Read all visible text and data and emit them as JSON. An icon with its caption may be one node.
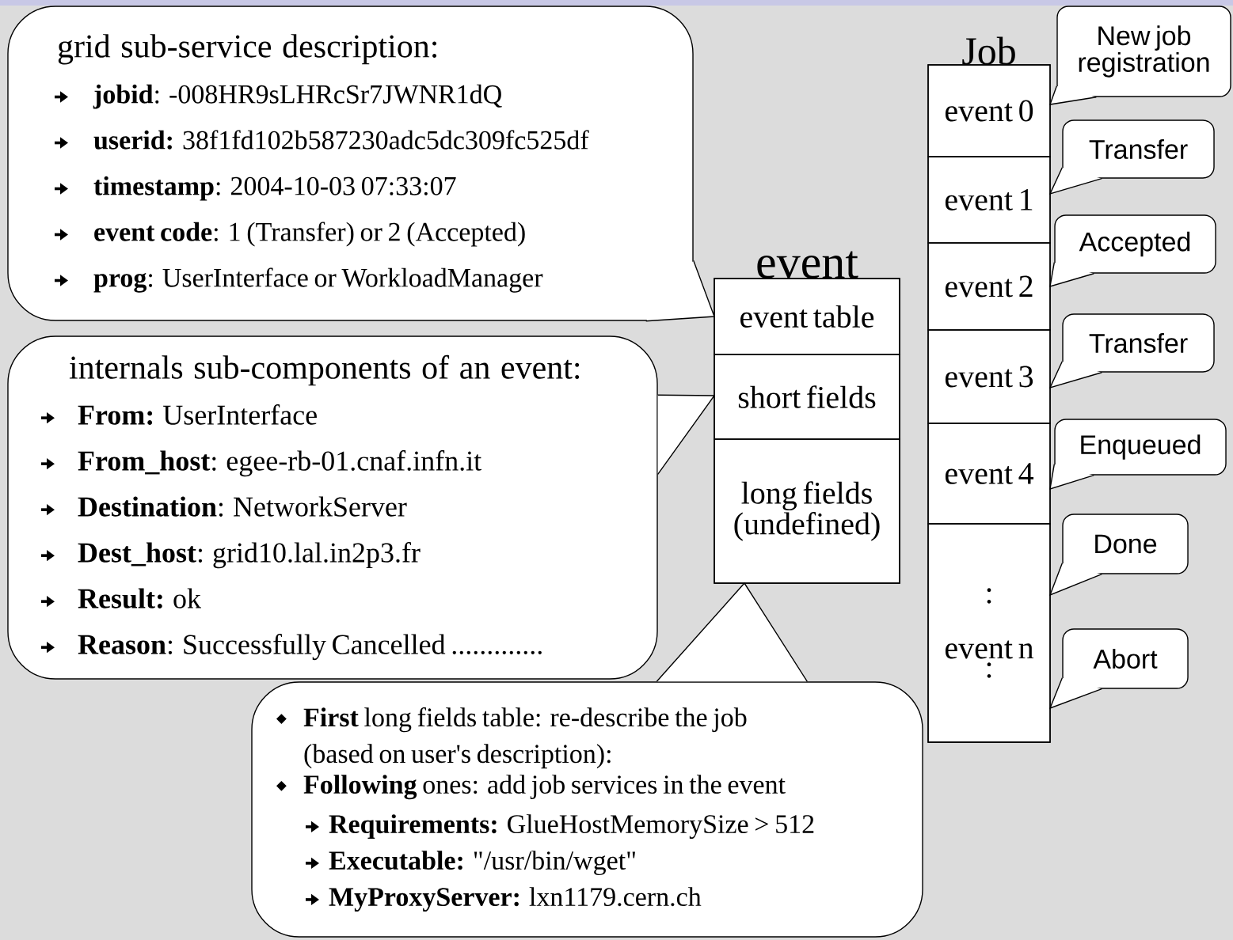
{
  "diagram": {
    "nodes": [
      {
        "text": [
          "grid sub-service description:",
          "**jobid**: -008HR9sLHRcSr7JWNR1dQ",
          "**userid:** 38f1fd102b587230adc5dc309fc525df",
          "**timestamp**: 2004-10-03 07:33:07",
          "**event code**: 1 (Transfer) or 2 (Accepted)",
          "**prog**: UserInterface or WorkloadManager"
        ]
      },
      {
        "text": [
          "internals sub-components of an event:",
          "**From:** UserInterface",
          "**From_host**: egee-rb-01.cnaf.infn.it",
          "**Destination**: NetworkServer",
          "**Dest_host**: grid10.lal.in2p3.fr",
          "**Result:** ok",
          "**Reason**: Successfully Cancelled ............."
        ]
      },
      {
        "text": [
          "event"
        ]
      },
      {
        "text": [
          "event table"
        ],
        "in": 2
      },
      {
        "text": [
          "short fields"
        ],
        "in": 2
      },
      {
        "text": [
          "long fields (undefined)"
        ],
        "in": 2
      },
      {
        "text": [
          "Job"
        ]
      },
      {
        "text": [
          "event 0"
        ],
        "in": 6
      },
      {
        "text": [
          "event 1"
        ],
        "in": 6
      },
      {
        "text": [
          "event 2"
        ],
        "in": 6
      },
      {
        "text": [
          "event 3"
        ],
        "in": 6
      },
      {
        "text": [
          "event 4"
        ],
        "in": 6
      },
      {
        "text": [
          ":",
          "event n",
          ":"
        ],
        "in": 6
      },
      {
        "text": [
          "**First** long fields table: re-describe the job (based on user's description):",
          "**Following** ones: add job services in the event",
          "**Requirements:** GlueHostMemorySize > 512",
          "**Executable:** \"/usr/bin/wget\"",
          "**MyProxyServer:** lxn1179.cern.ch"
        ]
      },
      {
        "text": [
          "New job registration"
        ]
      },
      {
        "text": [
          "Transfer"
        ]
      },
      {
        "text": [
          "Accepted"
        ]
      },
      {
        "text": [
          "Transfer"
        ]
      },
      {
        "text": [
          "Enqueued"
        ]
      },
      {
        "text": [
          "Done"
        ]
      },
      {
        "text": [
          "Abort"
        ]
      }
    ]
  }
}
